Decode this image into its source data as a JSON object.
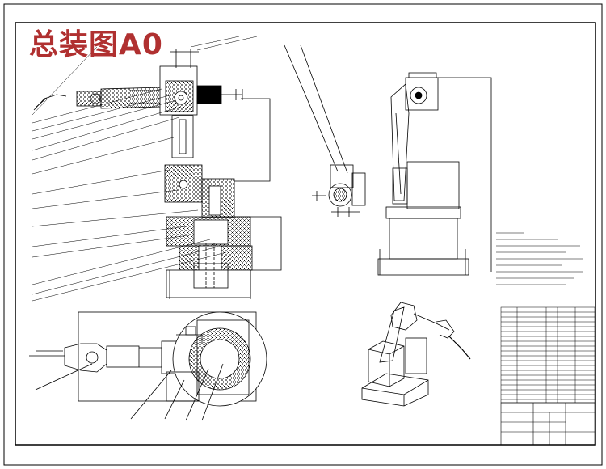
{
  "drawing": {
    "title": "总装图A0",
    "title_color": "#b03030",
    "line_color": "#000000",
    "section_hatch": "crosshatch"
  },
  "views": [
    {
      "name": "front-section-view",
      "description_shown": false
    },
    {
      "name": "side-view",
      "description_shown": false
    },
    {
      "name": "top-view",
      "description_shown": false
    },
    {
      "name": "isometric-view",
      "description_shown": false
    }
  ],
  "notes_block": {
    "present": true,
    "legible": false
  },
  "parts_list": {
    "present": true,
    "legible": false
  },
  "title_block": {
    "present": true,
    "legible": false
  }
}
